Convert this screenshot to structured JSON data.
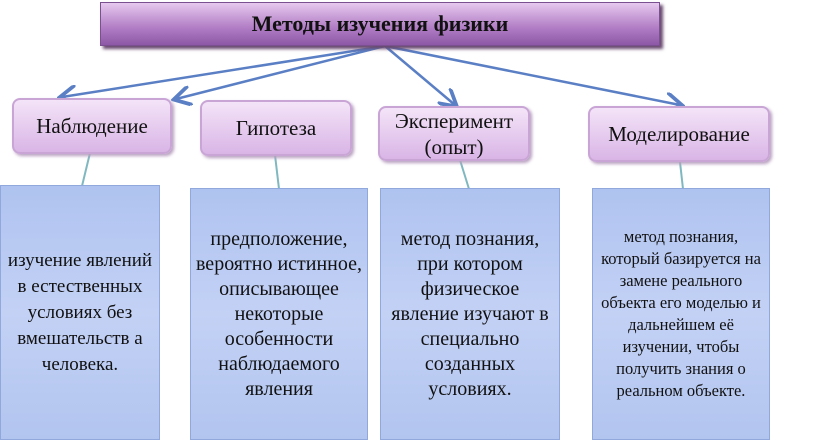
{
  "title": "Методы изучения физики",
  "methods": [
    {
      "name": "Наблюдение",
      "description": "изучение явлений в естественных условиях без вмешательств а человека."
    },
    {
      "name": "Гипотеза",
      "description": "предположение, вероятно истинное, описывающее некоторые особенности наблюдаемого явления"
    },
    {
      "name": "Эксперимент (опыт)",
      "description": "метод познания, при котором физическое явление изучают в специально созданных условиях."
    },
    {
      "name": "Моделирование",
      "description": "метод познания, который базируется на замене реального объекта его моделью и дальнейшем её изучении, чтобы получить знания о реальном объекте."
    }
  ]
}
